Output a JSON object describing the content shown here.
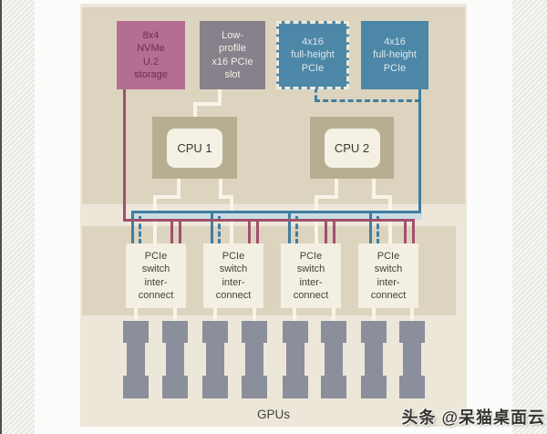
{
  "diagram": {
    "slot_boxes": [
      {
        "id": "nvme-storage",
        "label": "8x4\nNVMe\nU.2\nstorage"
      },
      {
        "id": "low-profile-slot",
        "label": "Low-\nprofile\nx16 PCIe\nslot"
      },
      {
        "id": "full-height-pcie-1",
        "label": "4x16\nfull-height\nPCIe"
      },
      {
        "id": "full-height-pcie-2",
        "label": "4x16\nfull-height\nPCIe"
      }
    ],
    "cpus": [
      {
        "label": "CPU 1"
      },
      {
        "label": "CPU 2"
      }
    ],
    "switches": [
      {
        "label": "PCIe\nswitch\ninter-\nconnect"
      },
      {
        "label": "PCIe\nswitch\ninter-\nconnect"
      },
      {
        "label": "PCIe\nswitch\ninter-\nconnect"
      },
      {
        "label": "PCIe\nswitch\ninter-\nconnect"
      }
    ],
    "gpu_count": 8,
    "gpus_label": "GPUs",
    "colors": {
      "panel_cream": "#ece7d9",
      "band_beige": "#dcd4bf",
      "slot_pink": "#b46e93",
      "slot_gray": "#86818b",
      "slot_blue": "#4d87a7",
      "cpu_olive": "#b7ae92",
      "box_cream": "#f3efe2",
      "line_blue": "#3f7ea1",
      "line_pink": "#a1506c",
      "line_white": "#f8f4e8",
      "bus_band_blue": "#c9dce3",
      "gpu_gray": "#8b8e9b"
    }
  },
  "watermark": "头条 @呆猫桌面云"
}
